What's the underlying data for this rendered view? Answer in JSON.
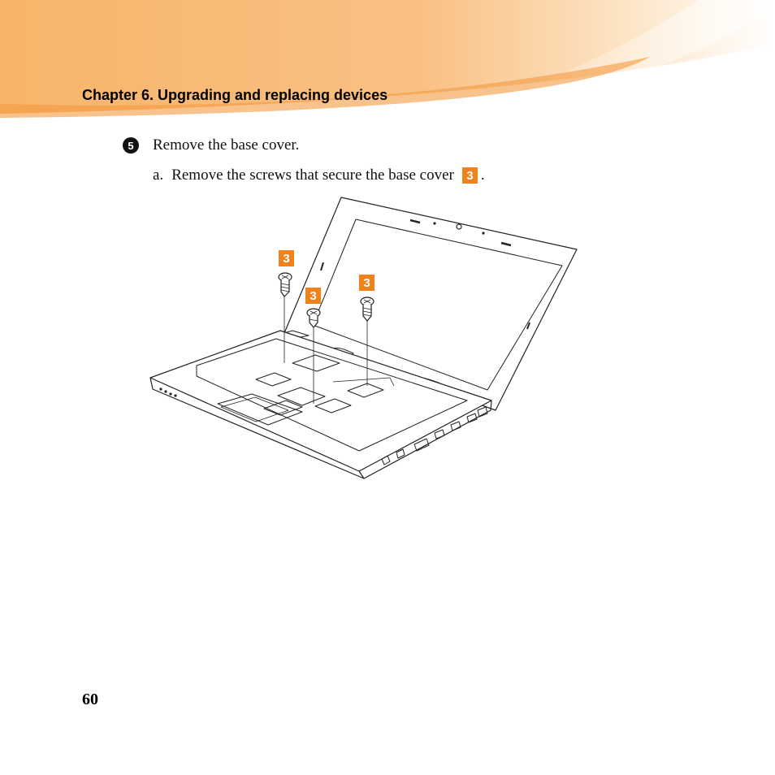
{
  "header": {
    "chapter_title": "Chapter 6. Upgrading and replacing devices",
    "band_color": "#f6a653"
  },
  "step": {
    "number": "5",
    "text": "Remove the base cover."
  },
  "substep": {
    "marker": "a.",
    "text": "Remove the screws that secure the base cover",
    "callout": "3",
    "period": "."
  },
  "figure": {
    "callouts": [
      "3",
      "3",
      "3"
    ],
    "callout_color": "#f0821e"
  },
  "footer": {
    "page_number": "60"
  }
}
